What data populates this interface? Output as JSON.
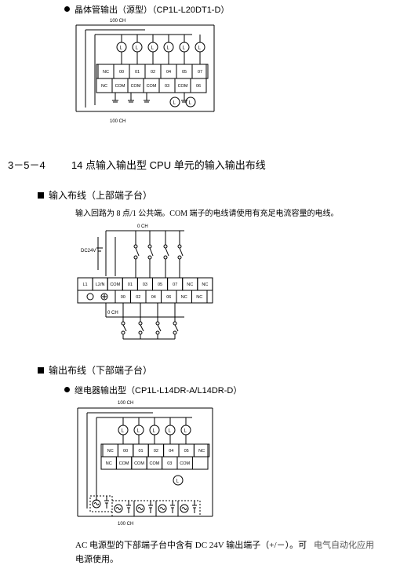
{
  "section1": {
    "bullet_title": "晶体管输出（源型）（CP1L-L20DT1-D）",
    "top_ch": "100 CH",
    "bottom_ch": "100 CH",
    "row1": [
      "NC",
      "00",
      "01",
      "02",
      "04",
      "05",
      "07"
    ],
    "row2": [
      "NC",
      "COM",
      "COM",
      "COM",
      "03",
      "COM",
      "06"
    ],
    "lamp": "L"
  },
  "section2": {
    "heading_num": "3－5－4",
    "heading_text": "14 点输入输出型 CPU 单元的输入输出布线",
    "input_title": "输入布线（上部端子台）",
    "input_desc": "输入回路为 8 点/1 公共端。COM 端子的电线请使用有充足电流容量的电线。",
    "top_ch": "0 CH",
    "bottom_ch": "0 CH",
    "dc_label": "DC24V",
    "row1": [
      "L1",
      "L2/N",
      "COM",
      "01",
      "03",
      "05",
      "07",
      "NC",
      "NC"
    ],
    "row2": [
      "00",
      "02",
      "04",
      "06",
      "NC",
      "NC"
    ]
  },
  "section3": {
    "output_title": "输出布线（下部端子台）",
    "bullet_title": "继电器输出型（CP1L-L14DR-A/L14DR-D）",
    "top_ch": "100 CH",
    "bottom_ch": "100 CH",
    "row1": [
      "NC",
      "00",
      "01",
      "02",
      "04",
      "05",
      "NC"
    ],
    "row2": [
      "NC",
      "COM",
      "COM",
      "COM",
      "03",
      "COM"
    ],
    "lamp": "L"
  },
  "footer": {
    "line1": "AC 电源型的下部端子台中含有 DC 24V 输出端子（+/－）。可",
    "line2": "电源使用。",
    "watermark": "电气自动化应用"
  }
}
